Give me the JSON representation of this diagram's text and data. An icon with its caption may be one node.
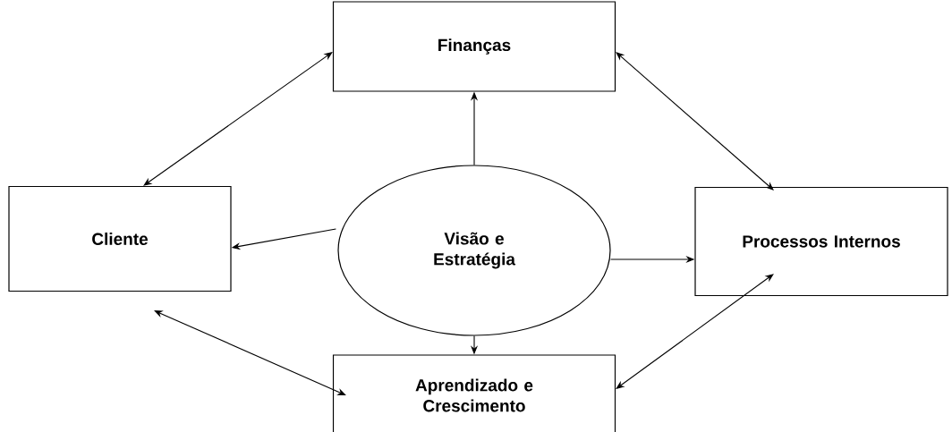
{
  "diagram": {
    "nodes": [
      {
        "text": [
          "Finanças"
        ]
      },
      {
        "text": [
          "Cliente"
        ]
      },
      {
        "text": [
          "Visão e Estratégia"
        ]
      },
      {
        "text": [
          "Processos Internos"
        ]
      },
      {
        "text": [
          "Aprendizado e Crescimento"
        ]
      }
    ],
    "edges": [
      {
        "from": 2,
        "to": 0,
        "arrow": "to"
      },
      {
        "from": 2,
        "to": 1,
        "arrow": "to"
      },
      {
        "from": 2,
        "to": 3,
        "arrow": "to"
      },
      {
        "from": 2,
        "to": 4,
        "arrow": "to"
      },
      {
        "from": 0,
        "to": 1,
        "arrow": "both"
      },
      {
        "from": 0,
        "to": 3,
        "arrow": "both"
      },
      {
        "from": 1,
        "to": 4,
        "arrow": "both"
      },
      {
        "from": 3,
        "to": 4,
        "arrow": "both"
      }
    ]
  }
}
